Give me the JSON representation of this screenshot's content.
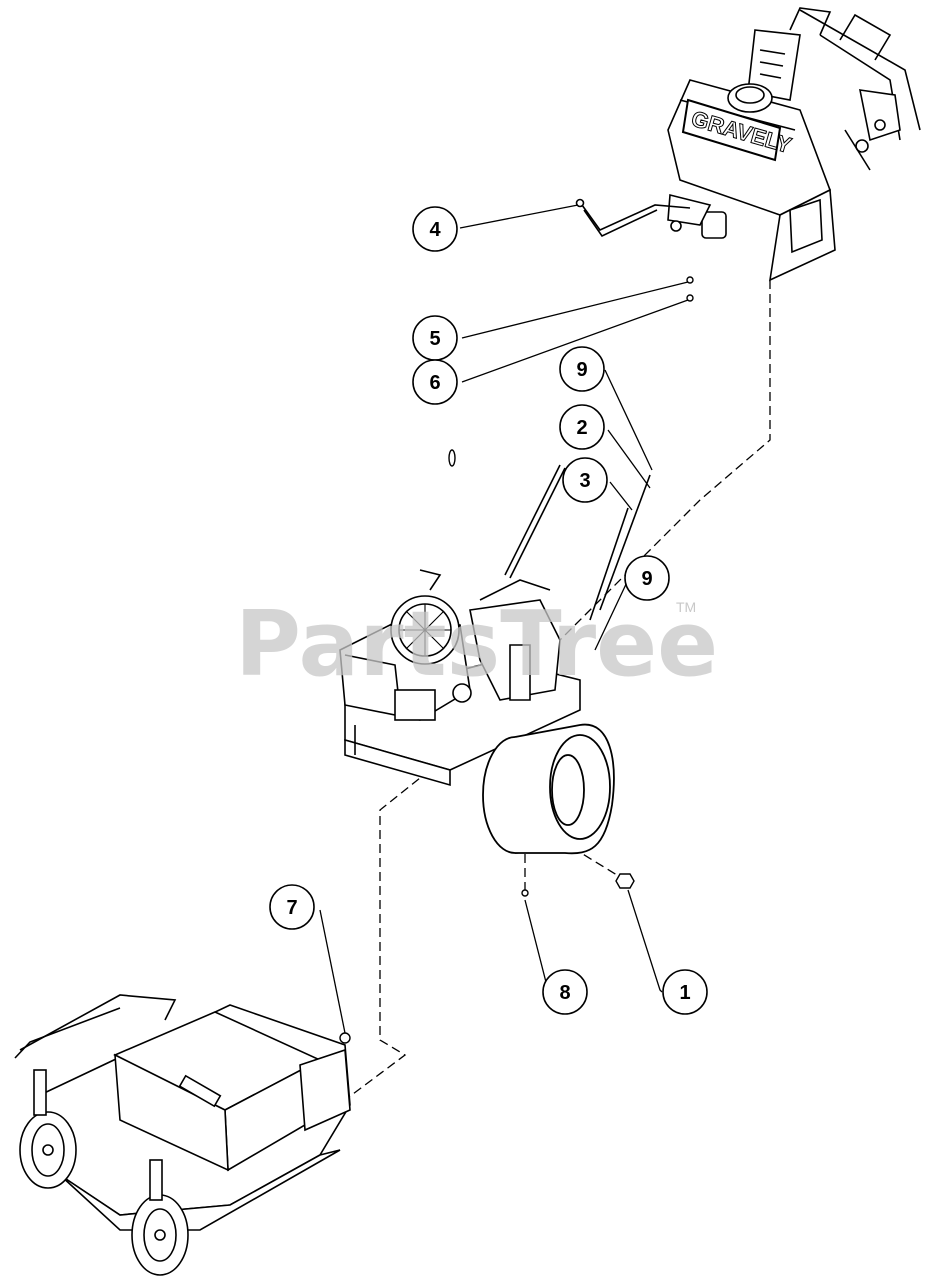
{
  "watermark": {
    "text": "PartsTree",
    "trademark": "TM"
  },
  "engine_label": "GRAVELY",
  "callouts": [
    {
      "id": "1",
      "label": "1"
    },
    {
      "id": "2",
      "label": "2"
    },
    {
      "id": "3",
      "label": "3"
    },
    {
      "id": "4",
      "label": "4"
    },
    {
      "id": "5",
      "label": "5"
    },
    {
      "id": "6",
      "label": "6"
    },
    {
      "id": "7",
      "label": "7"
    },
    {
      "id": "8",
      "label": "8"
    },
    {
      "id": "9a",
      "label": "9"
    },
    {
      "id": "9b",
      "label": "9"
    }
  ],
  "colors": {
    "line": "#000000",
    "background": "#ffffff",
    "watermark": "#c8c8c8"
  }
}
